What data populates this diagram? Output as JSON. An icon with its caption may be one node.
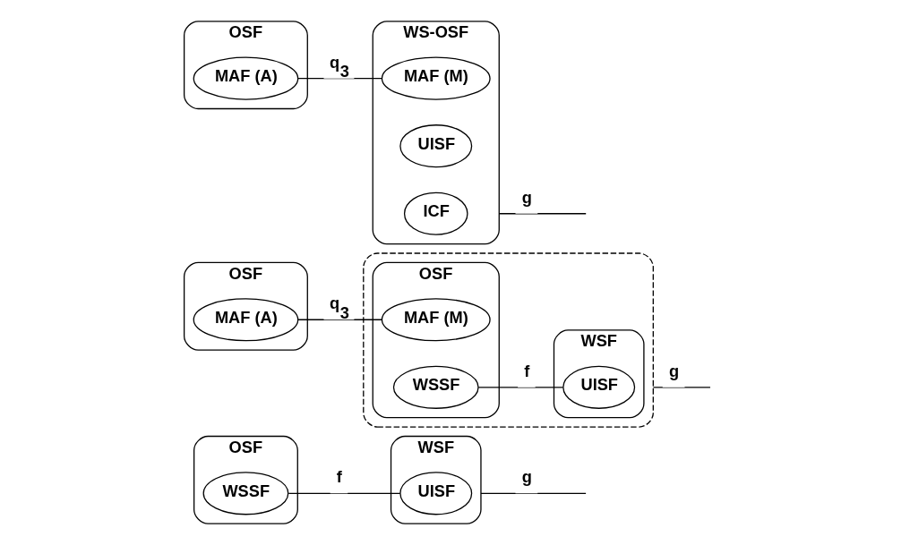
{
  "diagram": {
    "nodes": [
      {
        "text": [
          "OSF"
        ]
      },
      {
        "text": [
          "WSSF"
        ],
        "in": 0
      },
      {
        "text": [
          "WSF"
        ]
      },
      {
        "text": [
          "UISF"
        ],
        "in": 2
      },
      {
        "text": [
          "OSF"
        ]
      },
      {
        "text": [
          "MAF (A)"
        ],
        "in": 4
      },
      {
        "text": [],
        "shape": "ellipse"
      },
      {
        "text": [
          "OSF"
        ],
        "in": 6
      },
      {
        "text": [
          "MAF (M)"
        ],
        "in": 7
      },
      {
        "text": [
          "WSSF"
        ],
        "in": 7
      },
      {
        "text": [
          "WSF"
        ],
        "in": 6
      },
      {
        "text": [
          "UISF"
        ],
        "in": 10
      },
      {
        "text": [
          "OSF"
        ]
      },
      {
        "text": [
          "MAF (A)"
        ],
        "in": 12
      },
      {
        "text": [
          "WS-OSF"
        ]
      },
      {
        "text": [
          "MAF (M)"
        ],
        "in": 14
      },
      {
        "text": [
          "UISF"
        ],
        "in": 14
      },
      {
        "text": [
          "ICF"
        ],
        "in": 14
      }
    ],
    "edges": [
      {
        "from": 1,
        "to": 3,
        "arrow": "none",
        "label": "f"
      },
      {
        "from": 2,
        "to": null,
        "arrow": "none",
        "label": "g"
      },
      {
        "from": 5,
        "to": 8,
        "arrow": "none",
        "label": "q$_{3}$"
      },
      {
        "from": 9,
        "to": 11,
        "arrow": "none",
        "label": "f"
      },
      {
        "from": 6,
        "to": null,
        "arrow": "none",
        "label": "g"
      },
      {
        "from": 13,
        "to": 15,
        "arrow": "none",
        "label": "q$_{3}$"
      },
      {
        "from": 14,
        "to": null,
        "arrow": "none",
        "label": "g"
      }
    ]
  }
}
